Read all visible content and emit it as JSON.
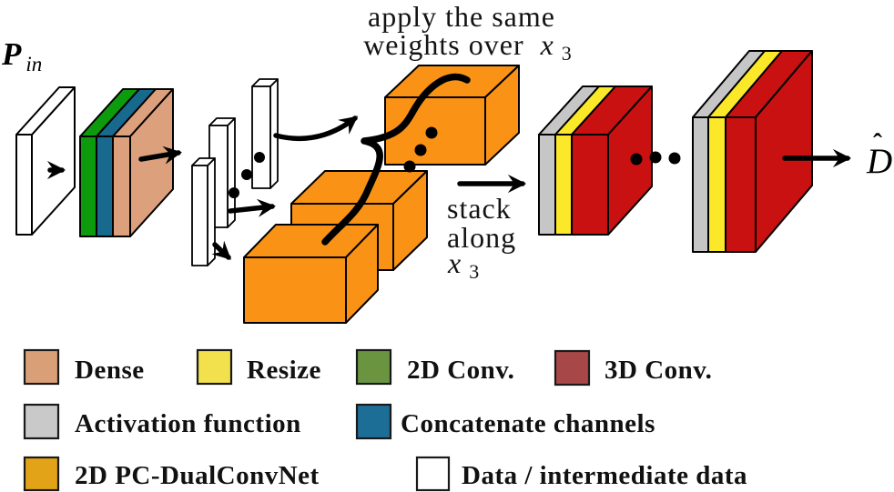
{
  "labels": {
    "input_symbol": "P",
    "input_subscript": "in",
    "output_symbol": "D",
    "output_hat": "ˆ",
    "annotation_apply_line1": "apply the same",
    "annotation_apply_line2": "weights over",
    "annotation_stack_line1": "stack",
    "annotation_stack_line2": "along",
    "x_symbol": "x",
    "x_subscript": "3"
  },
  "legend": {
    "items": [
      {
        "id": "dense",
        "label": "Dense",
        "color": "#d9a077"
      },
      {
        "id": "resize",
        "label": "Resize",
        "color": "#f2e14d"
      },
      {
        "id": "conv2d",
        "label": "2D Conv.",
        "color": "#6b9441"
      },
      {
        "id": "conv3d",
        "label": "3D Conv.",
        "color": "#a84748"
      },
      {
        "id": "activation",
        "label": "Activation function",
        "color": "#c9c9c9"
      },
      {
        "id": "concat",
        "label": "Concatenate channels",
        "color": "#1c6e96"
      },
      {
        "id": "dualconvnet",
        "label": "2D PC-DualConvNet",
        "color": "#e2a318"
      },
      {
        "id": "data",
        "label": "Data / intermediate data",
        "color": "#ffffff"
      }
    ]
  },
  "colors": {
    "background": "#ffffff",
    "outline": "#000000",
    "diagram": {
      "data_white": "#ffffff",
      "conv2d_green": "#0d9b0d",
      "concat_blue": "#17698d",
      "dense_salmon": "#dda07c",
      "dualconvnet_orange": "#fa9315",
      "activation_gray": "#c6c6c6",
      "resize_yellow": "#fbe829",
      "conv3d_red": "#c81110"
    }
  }
}
